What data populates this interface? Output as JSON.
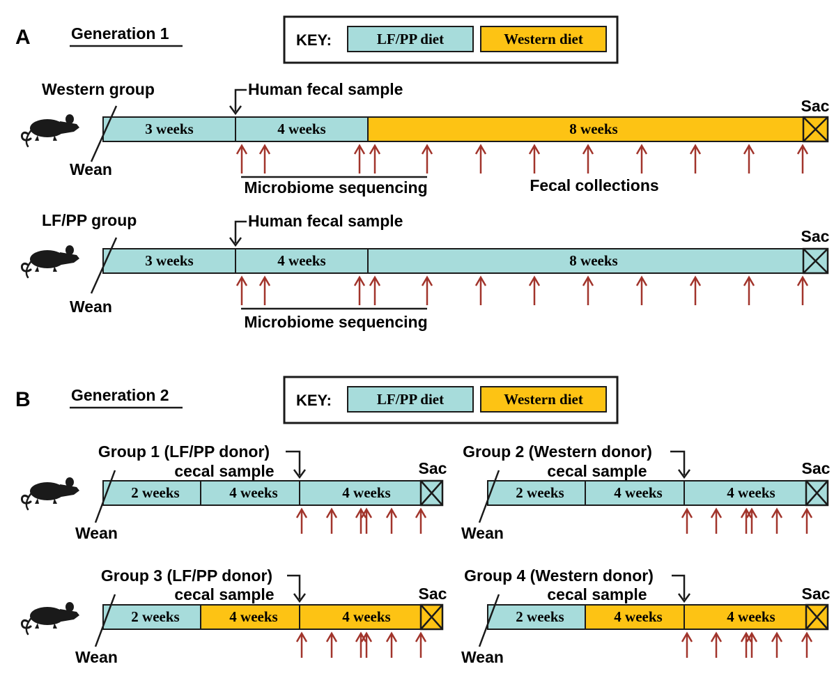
{
  "colors": {
    "lfpp": "#a7dcdb",
    "western": "#fdc314",
    "arrow_red": "#a1342b",
    "ink": "#1a1a1a"
  },
  "key": {
    "label": "KEY:",
    "lfpp": "LF/PP diet",
    "western": "Western diet"
  },
  "panel_a": {
    "letter": "A",
    "title": "Generation 1",
    "groups": [
      {
        "name": "Western group",
        "wean": "Wean",
        "annotation": "Human fecal sample",
        "segments": [
          {
            "label": "3 weeks",
            "diet": "lfpp"
          },
          {
            "label": "4 weeks",
            "diet": "lfpp"
          },
          {
            "label": "8 weeks",
            "diet": "western"
          }
        ],
        "sac": "Sac",
        "sequencing_label": "Microbiome sequencing",
        "collections_label": "Fecal collections"
      },
      {
        "name": "LF/PP group",
        "wean": "Wean",
        "annotation": "Human fecal sample",
        "segments": [
          {
            "label": "3 weeks",
            "diet": "lfpp"
          },
          {
            "label": "4 weeks",
            "diet": "lfpp"
          },
          {
            "label": "8 weeks",
            "diet": "lfpp"
          }
        ],
        "sac": "Sac",
        "sequencing_label": "Microbiome sequencing"
      }
    ]
  },
  "panel_b": {
    "letter": "B",
    "title": "Generation 2",
    "groups": [
      {
        "donor": "Group 1 (LF/PP donor)",
        "sample": "cecal sample",
        "wean": "Wean",
        "sac": "Sac",
        "segments": [
          {
            "label": "2 weeks",
            "diet": "lfpp"
          },
          {
            "label": "4 weeks",
            "diet": "lfpp"
          },
          {
            "label": "4 weeks",
            "diet": "lfpp"
          }
        ]
      },
      {
        "donor": "Group 2 (Western donor)",
        "sample": "cecal sample",
        "wean": "Wean",
        "sac": "Sac",
        "segments": [
          {
            "label": "2 weeks",
            "diet": "lfpp"
          },
          {
            "label": "4 weeks",
            "diet": "lfpp"
          },
          {
            "label": "4 weeks",
            "diet": "lfpp"
          }
        ]
      },
      {
        "donor": "Group 3 (LF/PP donor)",
        "sample": "cecal sample",
        "wean": "Wean",
        "sac": "Sac",
        "segments": [
          {
            "label": "2 weeks",
            "diet": "lfpp"
          },
          {
            "label": "4 weeks",
            "diet": "western"
          },
          {
            "label": "4 weeks",
            "diet": "western"
          }
        ]
      },
      {
        "donor": "Group 4 (Western donor)",
        "sample": "cecal sample",
        "wean": "Wean",
        "sac": "Sac",
        "segments": [
          {
            "label": "2 weeks",
            "diet": "lfpp"
          },
          {
            "label": "4 weeks",
            "diet": "western"
          },
          {
            "label": "4 weeks",
            "diet": "western"
          }
        ]
      }
    ]
  }
}
